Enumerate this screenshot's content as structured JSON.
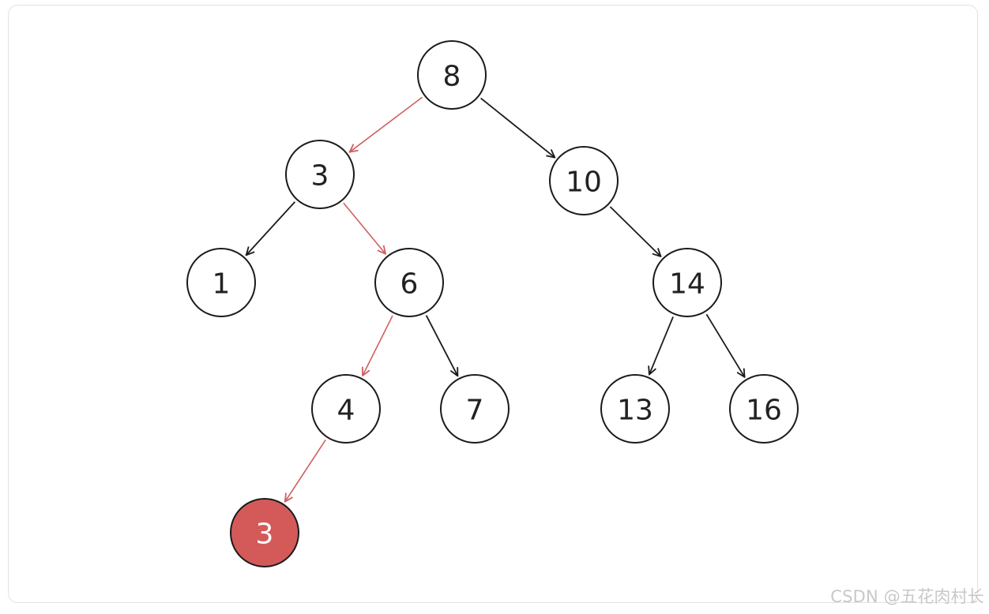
{
  "colors": {
    "edge_default": "#1a1a1a",
    "edge_highlight": "#d06060",
    "node_fill": "#ffffff",
    "node_stroke": "#1a1a1a",
    "node_text": "#222222",
    "highlight_fill": "#d45a5a",
    "highlight_text": "#ffffff"
  },
  "nodes": [
    {
      "id": "n8",
      "label": "8"
    },
    {
      "id": "n3",
      "label": "3"
    },
    {
      "id": "n10",
      "label": "10"
    },
    {
      "id": "n1",
      "label": "1"
    },
    {
      "id": "n6",
      "label": "6"
    },
    {
      "id": "n14",
      "label": "14"
    },
    {
      "id": "n4",
      "label": "4"
    },
    {
      "id": "n7",
      "label": "7"
    },
    {
      "id": "n13",
      "label": "13"
    },
    {
      "id": "n16",
      "label": "16"
    },
    {
      "id": "nnew3",
      "label": "3",
      "highlight": true
    }
  ],
  "edges": [
    {
      "from": "n8",
      "to": "n3",
      "highlight": true
    },
    {
      "from": "n8",
      "to": "n10",
      "highlight": false
    },
    {
      "from": "n3",
      "to": "n1",
      "highlight": false
    },
    {
      "from": "n3",
      "to": "n6",
      "highlight": true
    },
    {
      "from": "n10",
      "to": "n14",
      "highlight": false
    },
    {
      "from": "n6",
      "to": "n4",
      "highlight": true
    },
    {
      "from": "n6",
      "to": "n7",
      "highlight": false
    },
    {
      "from": "n14",
      "to": "n13",
      "highlight": false
    },
    {
      "from": "n14",
      "to": "n16",
      "highlight": false
    },
    {
      "from": "n4",
      "to": "nnew3",
      "highlight": true
    }
  ],
  "watermark": "CSDN @五花肉村长"
}
